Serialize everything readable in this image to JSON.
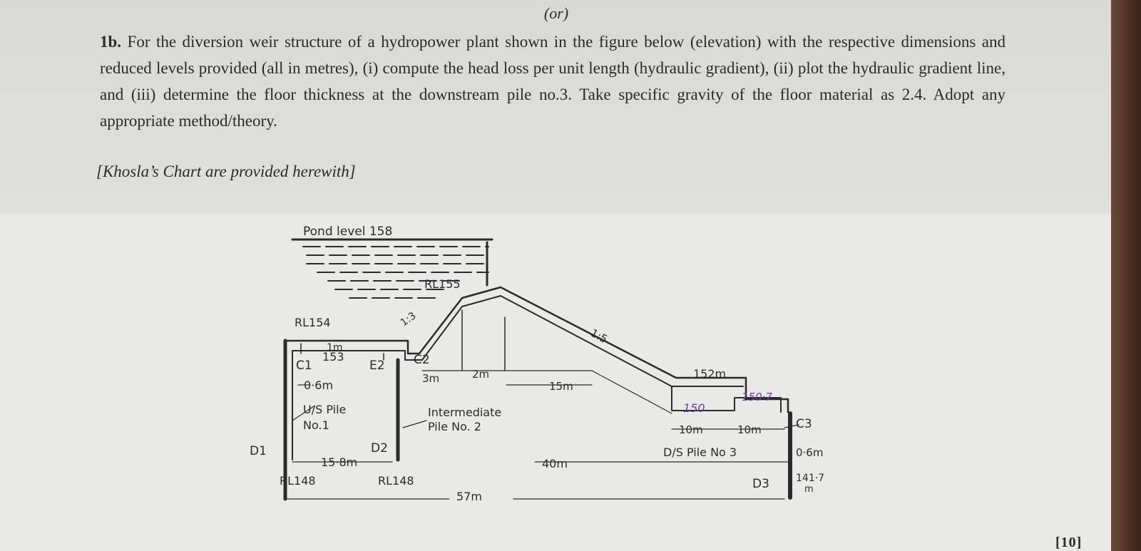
{
  "header": "(or)",
  "question": {
    "number": "1b.",
    "text": "For the diversion weir structure of a hydropower plant shown in the figure below (elevation) with the respective dimensions and reduced levels provided (all in metres), (i) compute the head loss per unit length (hydraulic gradient), (ii) plot the hydraulic gradient line, and (iii) determine the floor thickness at the downstream pile no.3. Take specific gravity of the floor material as 2.4. Adopt any appropriate method/theory.",
    "reference": "[Khosla’s Chart are provided herewith]"
  },
  "figure": {
    "pond_level": "Pond level 158",
    "rl155": "RL155",
    "rl154": "RL154",
    "slope_us": "1:3",
    "slope_ds": "1:5",
    "one_m": "1m",
    "level_153": "153",
    "c1": "C1",
    "e2": "E2",
    "c2": "C2",
    "depth_c1": "0·6m",
    "dim_3m": "3m",
    "dim_2m": "2m",
    "dim_15m": "15m",
    "level_152": "152m",
    "level_150": "150",
    "level_150_7": "150·7",
    "us_pile": "U/S Pile",
    "us_pile_no": "No.1",
    "int_pile": "Intermediate",
    "int_pile_no": "Pile No. 2",
    "dim_10m_a": "10m",
    "dim_10m_b": "10m",
    "c3": "C3",
    "d1": "D1",
    "d2": "D2",
    "dim_15_8m": "15·8m",
    "dim_40m": "40m",
    "ds_pile": "D/S Pile No 3",
    "depth_c3": "0·6m",
    "rl148_a": "RL148",
    "rl148_b": "RL148",
    "d3": "D3",
    "level_141_7": "141·7",
    "level_141_7_unit": "m",
    "dim_57m": "57m"
  },
  "page_number": "[10]"
}
